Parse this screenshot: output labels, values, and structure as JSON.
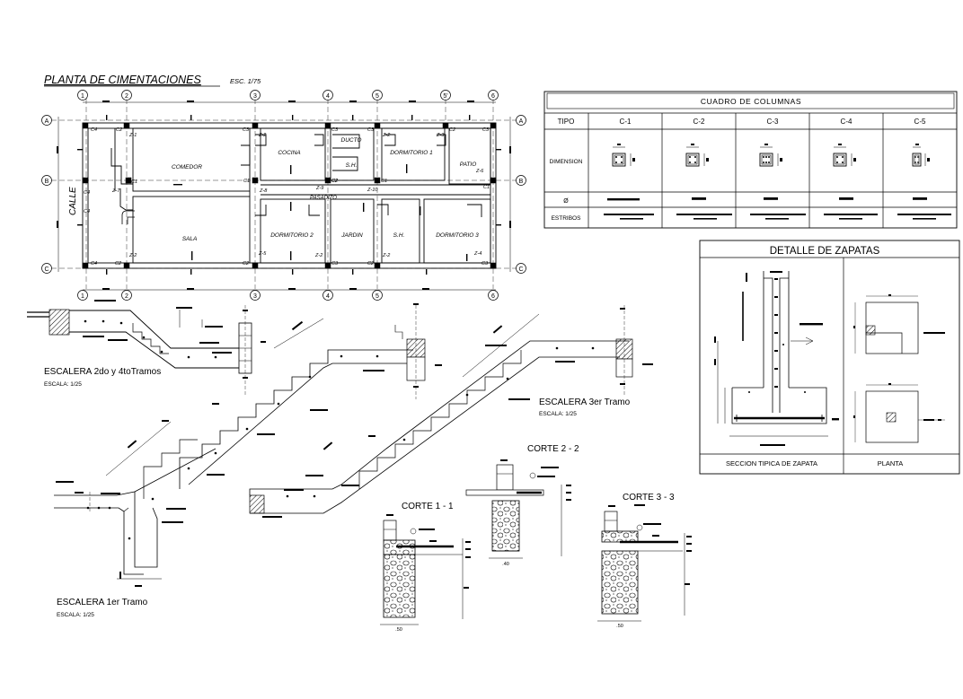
{
  "plan": {
    "title": "PLANTA DE CIMENTACIONES",
    "scale": "ESC. 1/75",
    "street": "CALLE",
    "axes_top": [
      "1",
      "2",
      "3",
      "4",
      "5",
      "5'",
      "6"
    ],
    "axes_bottom": [
      "1",
      "2",
      "3",
      "4",
      "5",
      "6"
    ],
    "axes_side": [
      "A",
      "B",
      "C"
    ],
    "rooms": {
      "comedor": "COMEDOR",
      "sala": "SALA",
      "cocina": "COCINA",
      "ducto": "DUCTO",
      "sh1": "S.H.",
      "dormitorio1": "DORMITORIO 1",
      "patio": "PATIO",
      "pasadizo": "PASADIZO",
      "dormitorio2": "DORMITORIO 2",
      "jardin": "JARDIN",
      "sh2": "S.H.",
      "dormitorio3": "DORMITORIO 3"
    },
    "tags": {
      "c1a": "C1",
      "c2a": "C2",
      "c3a": "C3",
      "c1b": "C1",
      "c2b": "C2",
      "c3b": "C3",
      "c3c": "C3",
      "c3d": "C3",
      "c4a": "C4",
      "c4b": "C4",
      "c4c": "C4",
      "c2c": "C2",
      "c2d": "C2",
      "c2e": "C2",
      "c3e": "C3",
      "z1": "Z-1",
      "z2a": "Z-2",
      "z2b": "Z-2",
      "z2c": "Z-2",
      "z2d": "Z-2",
      "z3": "Z-3",
      "z6": "Z-6",
      "z7": "Z-7",
      "z8": "Z-8",
      "z9": "Z-9",
      "z10": "Z-10",
      "z5": "Z-5",
      "z4": "Z-4"
    }
  },
  "columns_table": {
    "title": "CUADRO DE COLUMNAS",
    "row_labels": [
      "TIPO",
      "DIMENSION",
      "Ø",
      "ESTRIBOS"
    ],
    "types": [
      "C-1",
      "C-2",
      "C-3",
      "C-4",
      "C-5"
    ]
  },
  "footing": {
    "title": "DETALLE DE ZAPATAS",
    "section_caption": "SECCION TIPICA DE ZAPATA",
    "plan_caption": "PLANTA"
  },
  "stairs": {
    "flight_2_4": "ESCALERA 2do y 4toTramos",
    "flight_2_4_scale": "ESCALA: 1/25",
    "flight_3": "ESCALERA 3er Tramo",
    "flight_3_scale": "ESCALA: 1/25",
    "flight_1": "ESCALERA 1er Tramo",
    "flight_1_scale": "ESCALA: 1/25"
  },
  "cuts": {
    "cut22": "CORTE 2 - 2",
    "cut11": "CORTE 1 - 1",
    "cut33": "CORTE 3 - 3",
    "w22": ".40",
    "w11": ".50",
    "w33": ".50"
  }
}
